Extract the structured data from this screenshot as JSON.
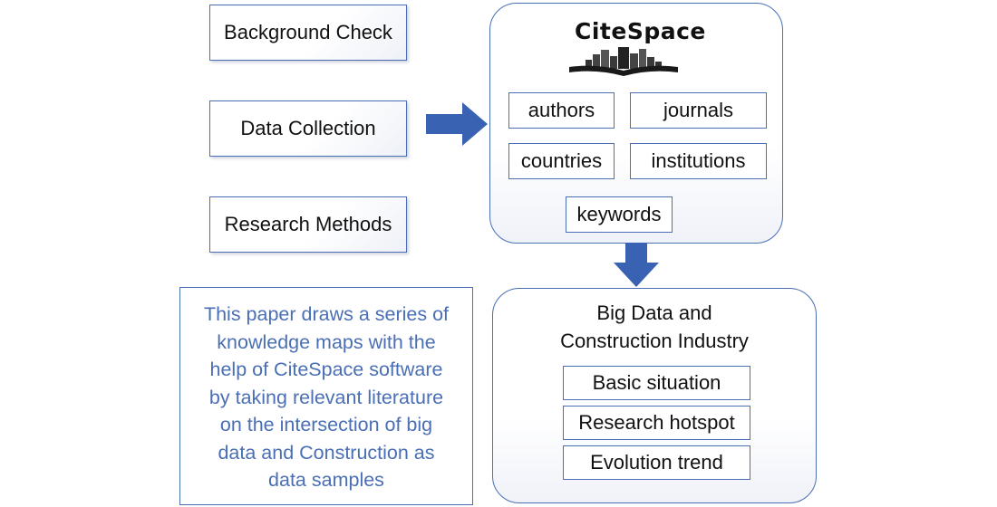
{
  "steps": {
    "background_check": "Background Check",
    "data_collection": "Data Collection",
    "research_methods": "Research Methods"
  },
  "citespace": {
    "logo_text": "CiteSpace",
    "tags": {
      "authors": "authors",
      "journals": "journals",
      "countries": "countries",
      "institutions": "institutions",
      "keywords": "keywords"
    }
  },
  "description": {
    "line1": "This paper draws a series of",
    "line2": "knowledge maps with the",
    "line3": "help of CiteSpace software",
    "line4": "by taking relevant literature",
    "line5": "on the intersection of big",
    "line6": "data and Construction as",
    "line7": "data samples"
  },
  "results": {
    "title_line1": "Big Data and",
    "title_line2": "Construction Industry",
    "items": {
      "basic": "Basic situation",
      "hotspot": "Research hotspot",
      "trend": "Evolution trend"
    }
  },
  "colors": {
    "border": "#4a6fb5",
    "arrow": "#3a62b3",
    "description_text": "#4a6fb5"
  }
}
